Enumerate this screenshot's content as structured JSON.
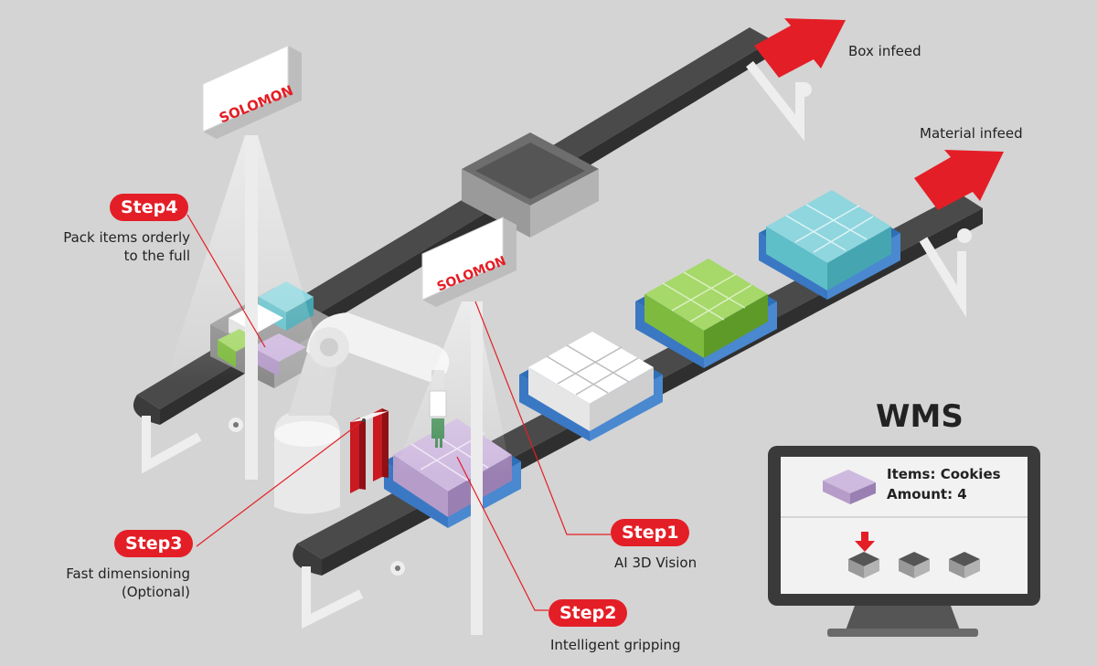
{
  "infeeds": {
    "box": "Box infeed",
    "material": "Material infeed"
  },
  "brand": "SOLOMON",
  "steps": [
    {
      "badge": "Step1",
      "description": "AI 3D Vision"
    },
    {
      "badge": "Step2",
      "description": "Intelligent gripping"
    },
    {
      "badge": "Step3",
      "description": "Fast dimensioning\n(Optional)"
    },
    {
      "badge": "Step4",
      "description": "Pack items orderly\nto the full"
    }
  ],
  "wms": {
    "title": "WMS",
    "items_line": "Items: Cookies",
    "amount_line": "Amount: 4"
  },
  "colors": {
    "background": "#d4d4d4",
    "accent_red": "#e41e26",
    "conveyor_belt": "#4a4a4a",
    "box_cyan": "#5fbfc9",
    "box_green": "#7dba3e",
    "box_white": "#f2f2f2",
    "box_purple": "#b59cc9",
    "tray_blue": "#3a78c4"
  }
}
